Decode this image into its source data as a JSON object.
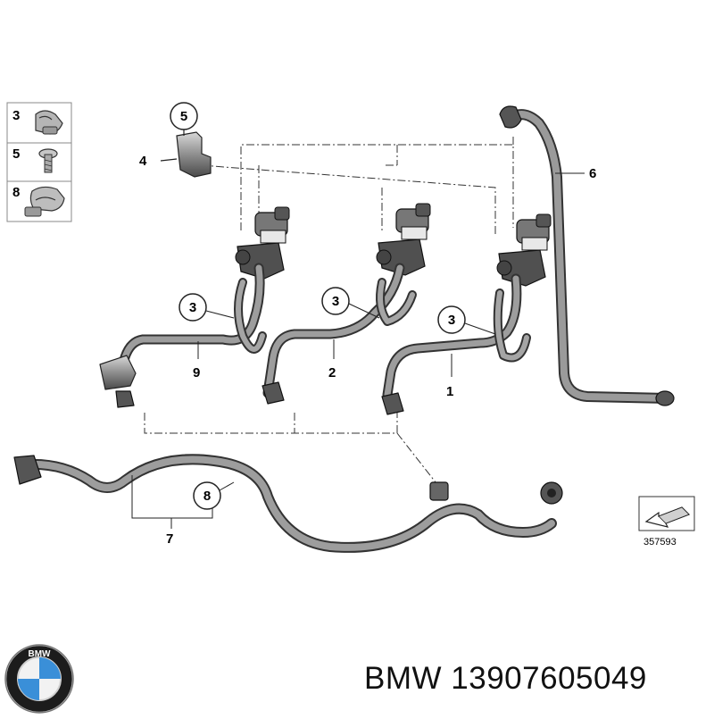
{
  "legend": [
    {
      "number": "3",
      "icon": "clamp-clip-icon"
    },
    {
      "number": "5",
      "icon": "bolt-screw-icon"
    },
    {
      "number": "8",
      "icon": "double-clip-icon"
    }
  ],
  "callouts": {
    "c5": "5",
    "c3a": "3",
    "c3b": "3",
    "c3c": "3",
    "c8": "8"
  },
  "labels": {
    "l4": "4",
    "l6": "6",
    "l9": "9",
    "l2": "2",
    "l1": "1",
    "l7": "7"
  },
  "ref_box": {
    "number": "357593",
    "icon": "arrow-down-left-icon"
  },
  "logo": {
    "letters": "BMW",
    "icon": "bmw-roundel-icon"
  },
  "caption": {
    "brand": "BMW",
    "part_number": "13907605049"
  },
  "colors": {
    "hose": "#8c8c8c",
    "hose_dark": "#555555",
    "outline": "#222222",
    "logo_blue": "#3a8fd8"
  }
}
